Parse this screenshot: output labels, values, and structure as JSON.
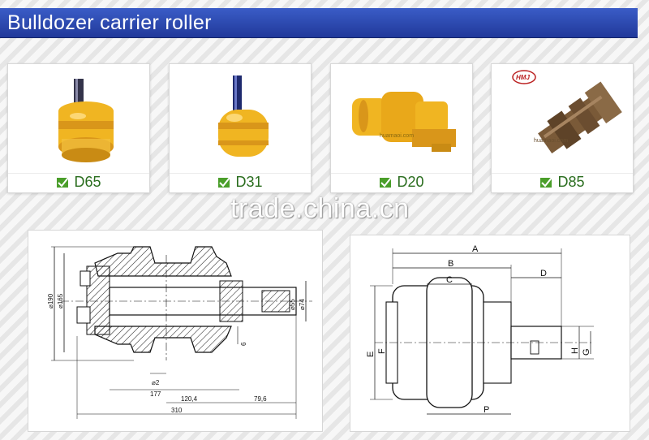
{
  "header": {
    "title": "Bulldozer carrier roller"
  },
  "products": [
    {
      "label": "D65"
    },
    {
      "label": "D31"
    },
    {
      "label": "D20"
    },
    {
      "label": "D85"
    }
  ],
  "watermark": "trade.china.cn",
  "product_marks": {
    "d20_mark": "huamaoi.com",
    "d85_logo": "HMJ",
    "d85_mark": "huamaoi.com"
  },
  "left_drawing": {
    "dims": {
      "d190": "⌀190",
      "d165": "⌀165",
      "d55": "⌀55",
      "d74": "⌀74",
      "d6": "6",
      "d2": "⌀2",
      "l177": "177",
      "l120": "120,4",
      "l79": "79,6",
      "l310": "310"
    }
  },
  "right_drawing": {
    "dims": {
      "A": "A",
      "B": "B",
      "C": "C",
      "D": "D",
      "E": "E",
      "F": "F",
      "G": "G",
      "H": "H",
      "P": "P"
    }
  },
  "colors": {
    "title_bar": "#2b48b0",
    "roller_yellow": "#f0b522",
    "label_green": "#2a6d1e"
  }
}
